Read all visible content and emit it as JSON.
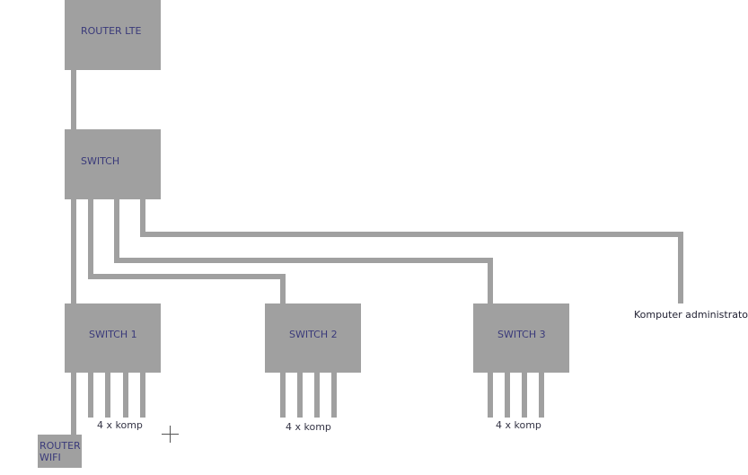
{
  "nodes": {
    "router_lte": "ROUTER LTE",
    "switch_main": "SWITCH",
    "switch1": "SWITCH 1",
    "switch2": "SWITCH 2",
    "switch3": "SWITCH 3",
    "router_wifi_line1": "ROUTER",
    "router_wifi_line2": "WIFI"
  },
  "labels": {
    "komp1": "4 x komp",
    "komp2": "4 x komp",
    "komp3": "4 x komp",
    "admin": "Komputer administratora"
  },
  "colors": {
    "box": "#a0a0a0",
    "wire": "#a0a0a0",
    "label_text": "#3a3a7a",
    "background": "#ffffff"
  }
}
